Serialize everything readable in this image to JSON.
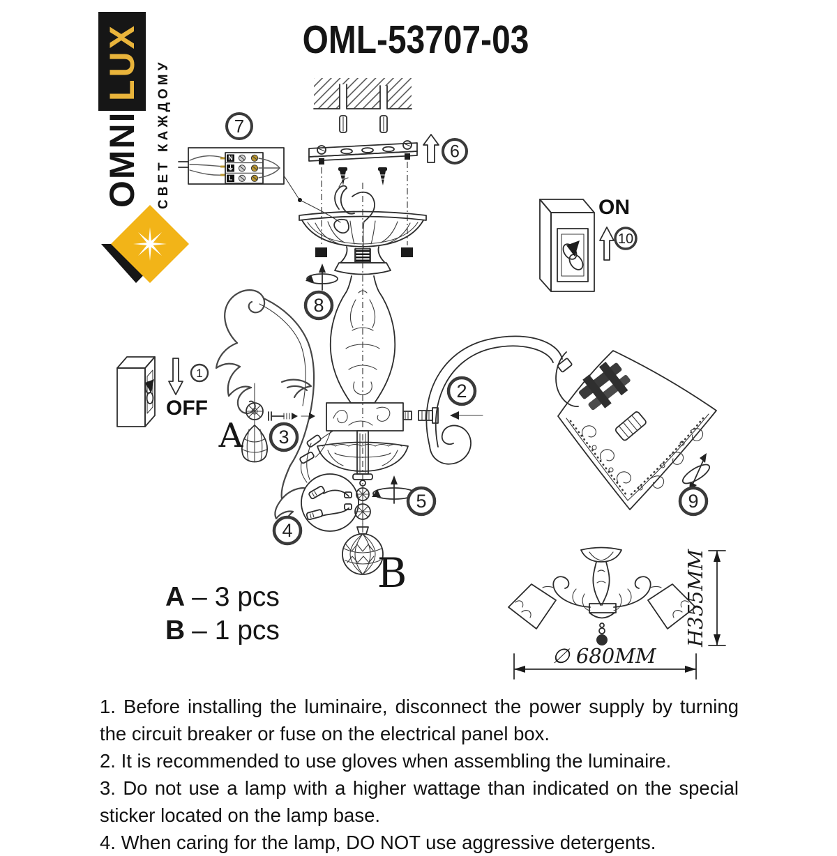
{
  "page": {
    "title": "OML-53707-03"
  },
  "logo": {
    "brand_primary": "OMNI",
    "brand_secondary": "LUX",
    "tagline": "СВЕТ КАЖДОМУ"
  },
  "switch_panel": {
    "on_label": "ON",
    "off_label": "OFF"
  },
  "steps": {
    "s1": "1",
    "s2": "2",
    "s3": "3",
    "s4": "4",
    "s5": "5",
    "s6": "6",
    "s7": "7",
    "s8": "8",
    "s9": "9",
    "s10": "10"
  },
  "terminal_block": {
    "labels": [
      "N",
      "⏚",
      "L"
    ]
  },
  "parts": {
    "a_letter": "A",
    "b_letter": "B",
    "a_qty": "– 3 pcs",
    "b_qty": "– 1 pcs"
  },
  "dimensions": {
    "height": "H355MM",
    "diameter": "∅ 680MM"
  },
  "instructions": [
    "1. Before installing the luminaire, disconnect the power supply by turning the circuit breaker or fuse on the electrical panel box.",
    "2. It is recommended to use gloves when assembling the luminaire.",
    "3. Do not use a lamp with a higher wattage than indicated on the special sticker located on the lamp base.",
    "4. When caring for the lamp, DO NOT use aggressive detergents."
  ],
  "colors": {
    "accent_yellow": "#F2B418",
    "ink": "#1d1d1d",
    "line": "#2d2d2d"
  }
}
